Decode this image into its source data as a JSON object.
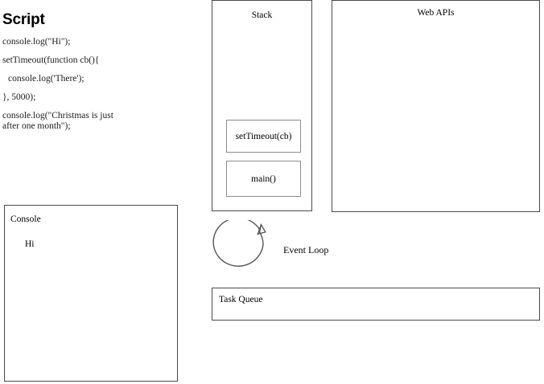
{
  "script": {
    "title": "Script",
    "lines": [
      "console.log(\"Hi\");",
      "setTimeout(function cb(){",
      "console.log('There');",
      "}, 5000);",
      "console.log(\"Christmas is just\nafter one month\");"
    ]
  },
  "console": {
    "label": "Console",
    "output": [
      "Hi"
    ]
  },
  "stack": {
    "label": "Stack",
    "frames": [
      "setTimeout(cb)",
      "main()"
    ]
  },
  "web_apis": {
    "label": "Web APIs",
    "items": []
  },
  "event_loop": {
    "label": "Event Loop",
    "icon": "circular-arrow-icon"
  },
  "task_queue": {
    "label": "Task Queue",
    "items": []
  },
  "colors": {
    "background": "#ffffff",
    "text": "#000000",
    "box_border": "#4a4a4a",
    "frame_border": "#8c8c8c",
    "stroke": "#555555"
  }
}
